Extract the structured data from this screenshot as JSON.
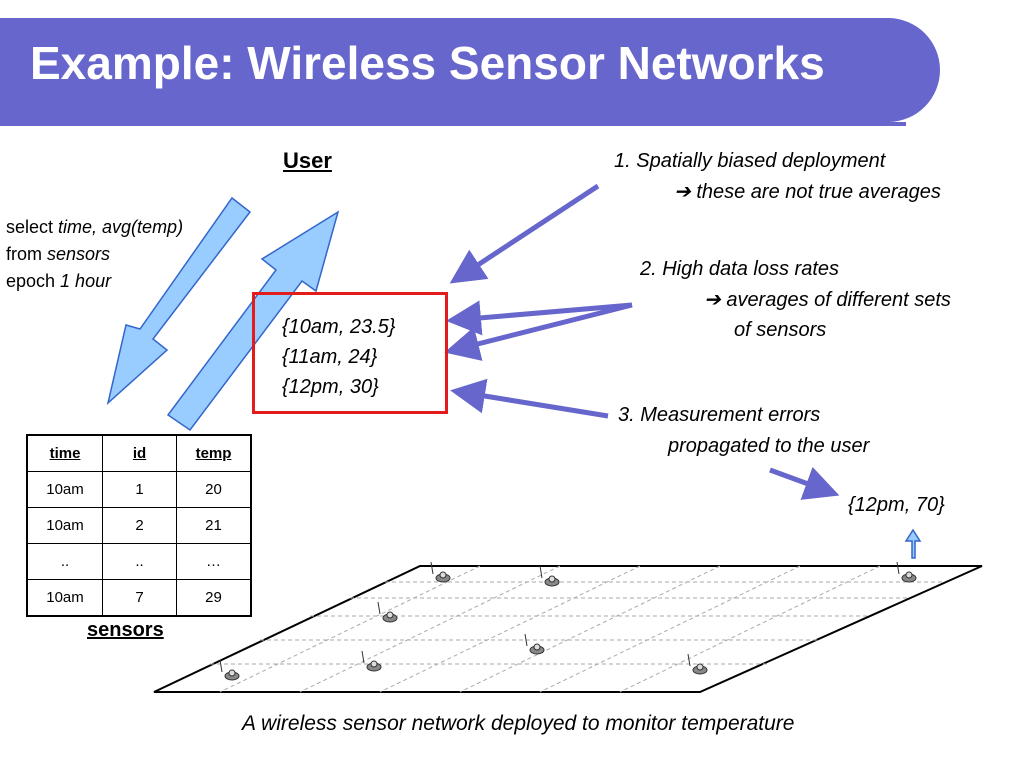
{
  "title": "Example: Wireless Sensor Networks",
  "user_label": "User",
  "query": {
    "line1_kw": "select ",
    "line1_val": "time, avg(temp)",
    "line2_kw": "from ",
    "line2_val": "sensors",
    "line3_kw": "epoch ",
    "line3_val": "1 hour"
  },
  "results": [
    "{10am, 23.5}",
    "{11am, 24}",
    "{12pm, 30}"
  ],
  "notes": {
    "n1_line1": "1. Spatially biased deployment",
    "n1_line2": "➔ these are not true averages",
    "n2_line1": "2. High data loss rates",
    "n2_line2": "➔ averages of different sets",
    "n2_line3": "of sensors",
    "n3_line1": "3. Measurement errors",
    "n3_line2": "propagated to the user"
  },
  "bad_reading": "{12pm, 70}",
  "table": {
    "headers": [
      "time",
      "id",
      "temp"
    ],
    "rows": [
      [
        "10am",
        "1",
        "20"
      ],
      [
        "10am",
        "2",
        "21"
      ],
      [
        "..",
        "..",
        "…"
      ],
      [
        "10am",
        "7",
        "29"
      ]
    ]
  },
  "sensors_label": "sensors",
  "caption": "A wireless sensor network deployed to monitor temperature",
  "colors": {
    "title_bar": "#6666cc",
    "arrow": "#6666cc",
    "result_border": "#e31b1b",
    "flow_arrow": "#99ccff"
  }
}
